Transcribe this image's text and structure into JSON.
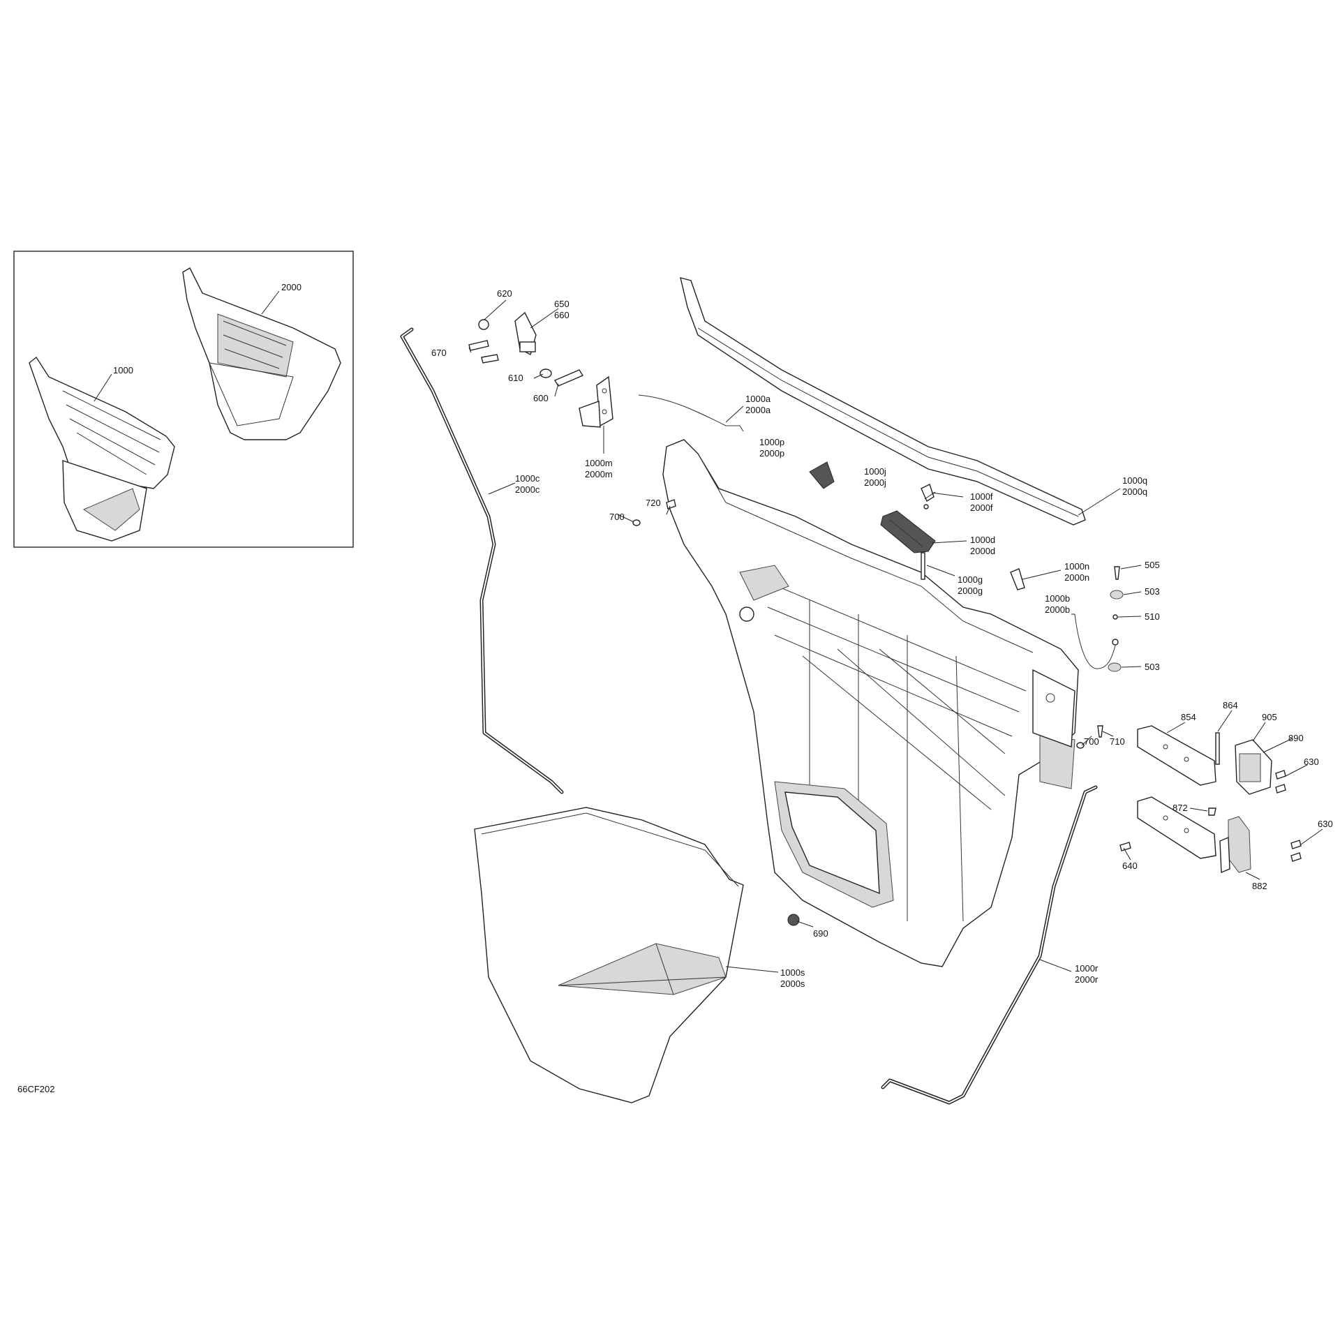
{
  "diagram_code": "66CF202",
  "inset": {
    "labels": [
      "2000",
      "1000"
    ]
  },
  "callouts": [
    "620",
    "650",
    "660",
    "670",
    "610",
    "600",
    "1000a",
    "2000a",
    "1000m",
    "2000m",
    "1000c",
    "2000c",
    "720",
    "700",
    "1000p",
    "2000p",
    "1000j",
    "2000j",
    "1000f",
    "2000f",
    "1000q",
    "2000q",
    "1000d",
    "2000d",
    "1000g",
    "2000g",
    "1000n",
    "2000n",
    "1000b",
    "2000b",
    "505",
    "503",
    "510",
    "503",
    "700",
    "710",
    "854",
    "864",
    "905",
    "890",
    "630",
    "872",
    "630",
    "640",
    "882",
    "690",
    "1000s",
    "2000s",
    "1000r",
    "2000r"
  ]
}
